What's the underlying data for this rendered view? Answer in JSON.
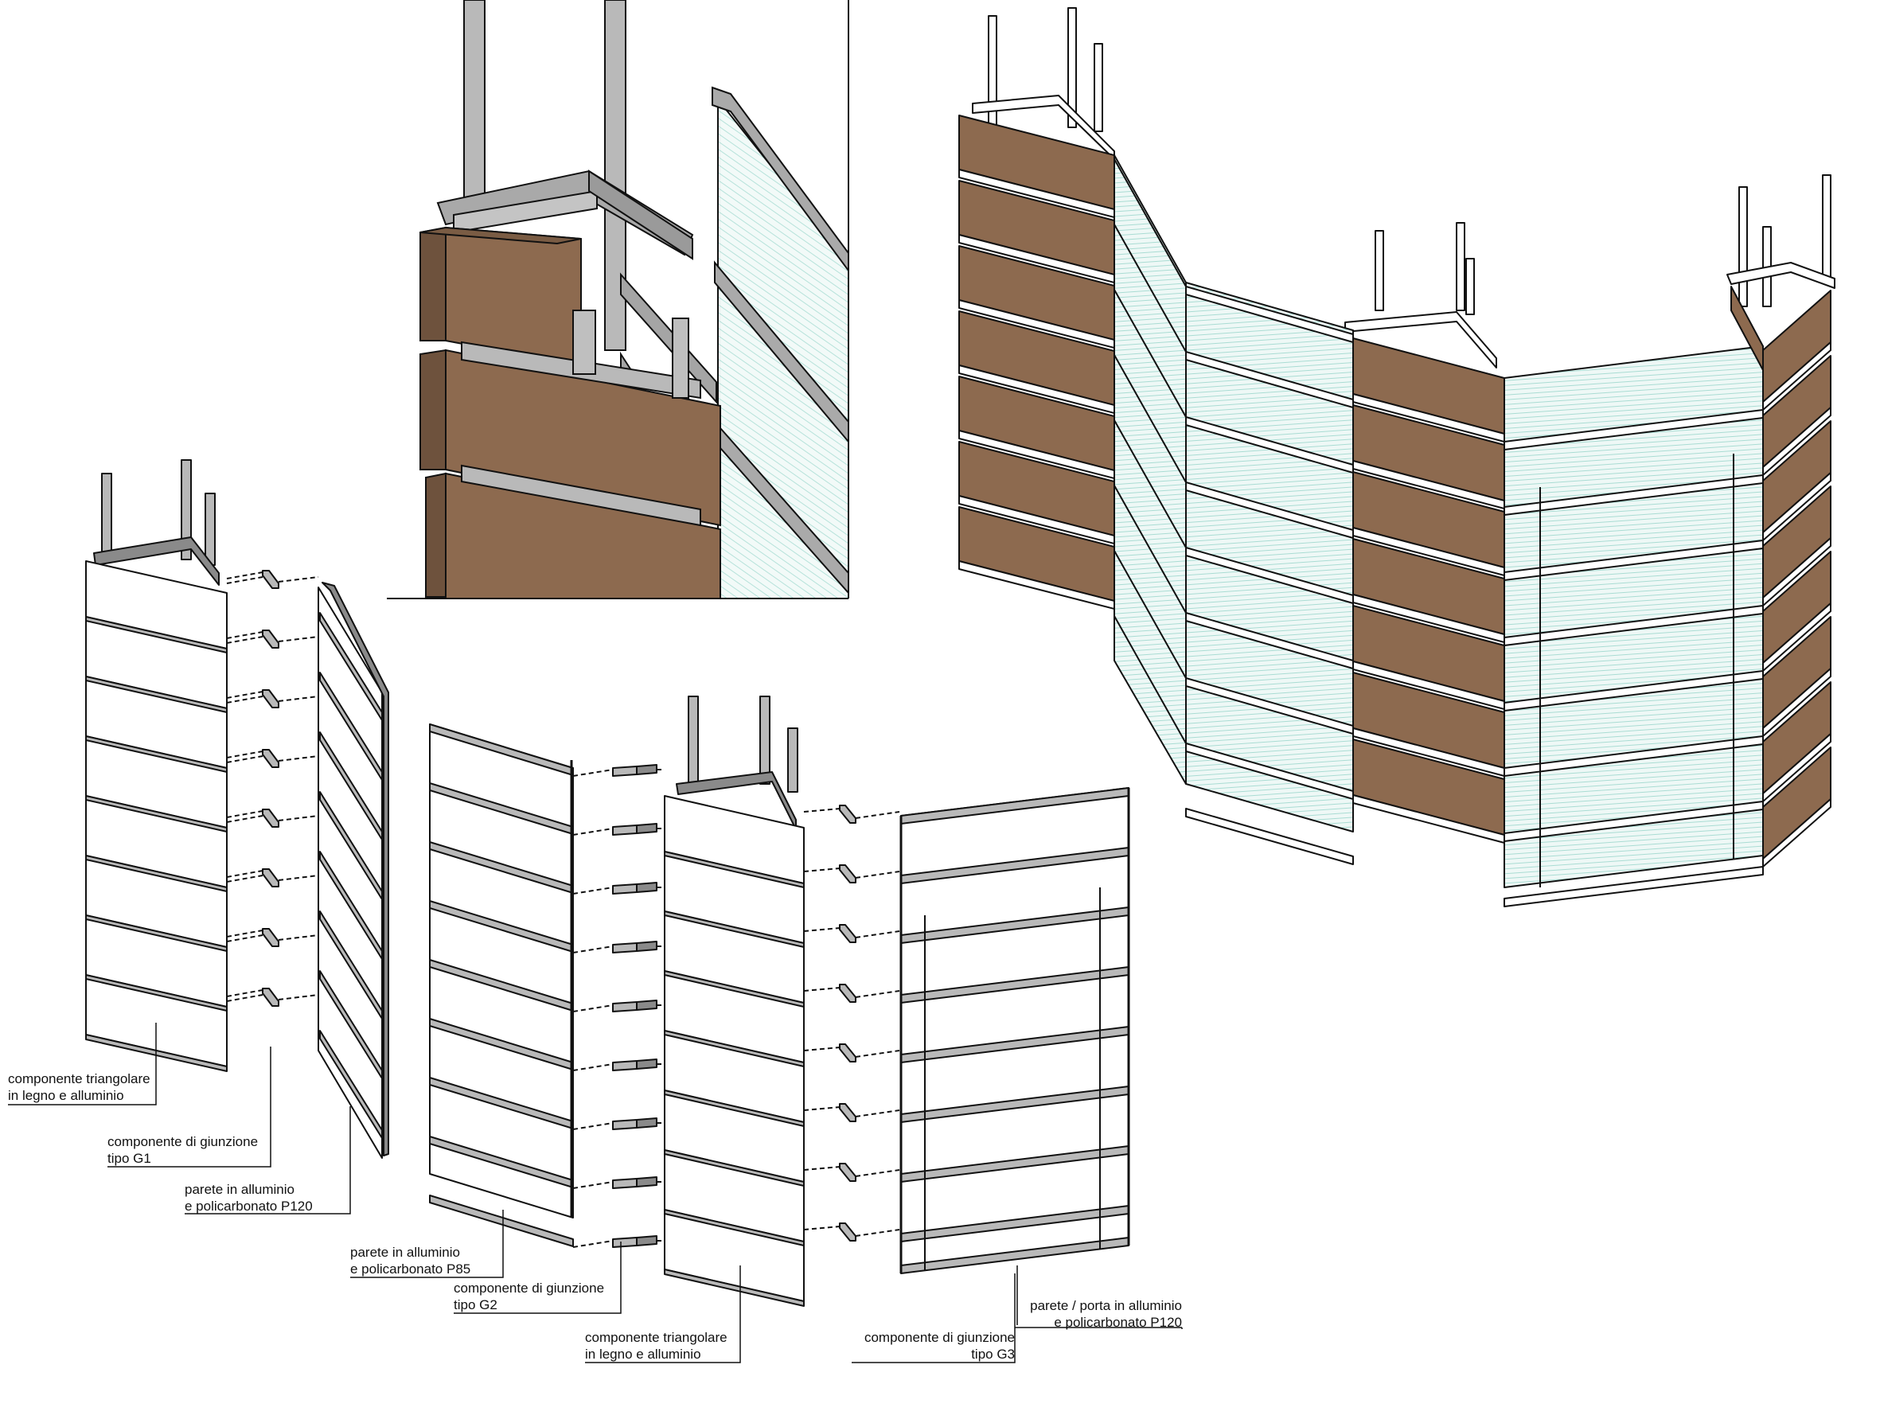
{
  "colors": {
    "wood": "#8d6a4f",
    "wood_edge": "#5a4130",
    "aluminium": "#b9b9b9",
    "aluminium_dark": "#8a8a8a",
    "polycarbonate": "#eef8f6",
    "polycarbonate_line": "#a9dcd3",
    "stroke": "#111111"
  },
  "labels": [
    {
      "id": "g1-triangular",
      "lines": [
        "componente triangolare",
        "in legno e alluminio"
      ]
    },
    {
      "id": "g1-junction",
      "lines": [
        "componente di giunzione",
        "tipo G1"
      ]
    },
    {
      "id": "g1-wall",
      "lines": [
        "parete in alluminio",
        "e policarbonato P120"
      ]
    },
    {
      "id": "g2-wall",
      "lines": [
        "parete in alluminio",
        "e policarbonato P85"
      ]
    },
    {
      "id": "g2-junction",
      "lines": [
        "componente di giunzione",
        "tipo G2"
      ]
    },
    {
      "id": "g2-triangular",
      "lines": [
        "componente triangolare",
        "in legno e alluminio"
      ]
    },
    {
      "id": "g3-junction",
      "lines": [
        "componente di giunzione",
        "tipo G3"
      ]
    },
    {
      "id": "g3-door",
      "lines": [
        "parete / porta in alluminio",
        "e policarbonato P120"
      ]
    }
  ]
}
